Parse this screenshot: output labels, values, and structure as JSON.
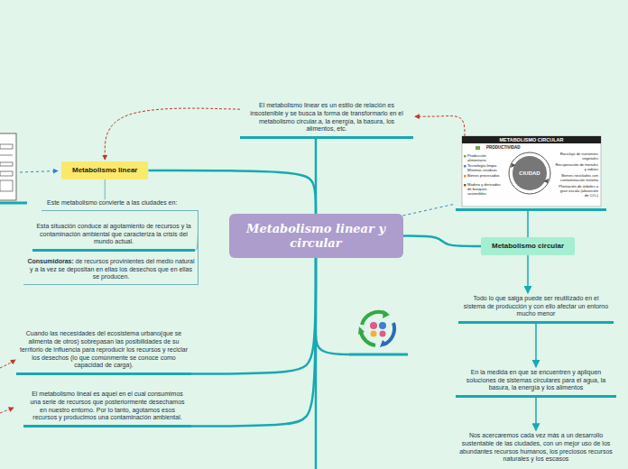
{
  "diagram": {
    "nodes": [
      {
        "text": [
          "Metabolismo linear y circular"
        ]
      },
      {
        "text": [
          "El metabolismo linear es un estilo de relación es insostenible y se busca la forma de transformarlo en el metabolismo circular.a, la energía, la basura, los alimentos, etc."
        ]
      },
      {
        "text": [
          "Metabolismo linear"
        ]
      },
      {
        "text": [
          "Este metabolismo convierte a las ciudades en:"
        ]
      },
      {
        "text": [
          "Esta situación conduce al agotamiento de recursos y la contaminación ambiental que caracteriza la crisis del mundo actual."
        ]
      },
      {
        "text": [
          "Consumidoras:",
          "de recursos provinientes del medio natural y a la vez se depositan en ellas los desechos que en ellas se producen."
        ]
      },
      {
        "text": [
          "Cuando las necesidades del ecosistema urbano(que se alimenta de otros) sobrepasan las posibilidades de su territorio de influencia para reproducir los recursos y reciclar los desechos (lo que comúnmente se conoce como capacidad de carga)."
        ]
      },
      {
        "text": [
          "El metabolismo lineal es aquel en el cual consumimos una serie de recursos que posteriormente desechamos en nuestro entorno. Por lo tanto, agotamos esos recursos y producimos una contaminación ambiental."
        ]
      },
      {
        "text": [
          "METABOLISMO CIRCULAR",
          "PRODUCTIVIDAD",
          "CIUDAD",
          "Producción alimentaria",
          "Tecnología limpia Mínimos residuos",
          "Bienes procesados",
          "Madera y derivados de bosques sostenibles",
          "Reciclaje de nutrientes vegetales",
          "Recuperación de metales y vidrios",
          "Bienes reciclados con contaminación mínima",
          "Plantación de árboles a gran escala (absorción de CO₂)"
        ]
      },
      {
        "text": [
          "Metabolismo circular"
        ]
      },
      {
        "text": [
          "Todo lo que salga puede ser reutilizado en el sistema de producción y con ello afectar un entorno mucho menor"
        ]
      },
      {
        "text": [
          "En la medida en que se encuentren y apliquen soluciones de sistemas circulares para el agua, la basura, la energía y los alimentos"
        ]
      },
      {
        "text": [
          "Nos acercaremos cada vez más a un desarrollo sustentable de las ciudades, con un mejor uso de los abundantes recursos humanos, los preciosos recursos naturales y los escasos"
        ]
      }
    ],
    "edges": [
      {
        "from": 0,
        "to": 1,
        "arrow": "none"
      },
      {
        "from": 0,
        "to": 2,
        "arrow": "none"
      },
      {
        "from": 2,
        "to": 3,
        "arrow": "none"
      },
      {
        "from": 3,
        "to": 4,
        "arrow": "none"
      },
      {
        "from": 3,
        "to": 5,
        "arrow": "none"
      },
      {
        "from": 0,
        "to": 6,
        "arrow": "none"
      },
      {
        "from": 0,
        "to": 7,
        "arrow": "none"
      },
      {
        "from": 0,
        "to": 8,
        "arrow": "none"
      },
      {
        "from": 0,
        "to": 9,
        "arrow": "none"
      },
      {
        "from": 8,
        "to": 9,
        "arrow": "none"
      },
      {
        "from": 9,
        "to": 10,
        "arrow": "to"
      },
      {
        "from": 10,
        "to": 11,
        "arrow": "to"
      },
      {
        "from": 11,
        "to": 12,
        "arrow": "to"
      },
      {
        "from": 1,
        "to": 2,
        "arrow": "to"
      },
      {
        "from": 8,
        "to": 1,
        "arrow": "to"
      }
    ]
  }
}
